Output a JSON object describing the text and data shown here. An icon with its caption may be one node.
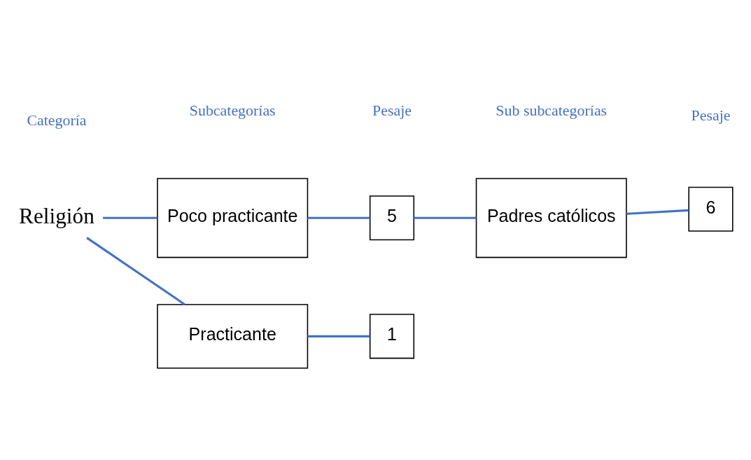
{
  "diagram": {
    "nodes": [
      {
        "text": [
          "Religión"
        ]
      },
      {
        "text": [
          "Poco practicante"
        ]
      },
      {
        "text": [
          "5"
        ]
      },
      {
        "text": [
          "Padres católicos"
        ]
      },
      {
        "text": [
          "6"
        ]
      },
      {
        "text": [
          "Practicante"
        ]
      },
      {
        "text": [
          "1"
        ]
      }
    ],
    "edges": [
      {
        "from": 0,
        "to": 1,
        "arrow": "none"
      },
      {
        "from": 0,
        "to": 5,
        "arrow": "none"
      },
      {
        "from": 1,
        "to": 2,
        "arrow": "none"
      },
      {
        "from": 2,
        "to": 3,
        "arrow": "none"
      },
      {
        "from": 3,
        "to": 4,
        "arrow": "none"
      },
      {
        "from": 5,
        "to": 6,
        "arrow": "none"
      }
    ],
    "labels": [
      "Categoría",
      "Subcategorías",
      "Pesaje",
      "Sub subcategorías",
      "Pesaje"
    ]
  }
}
